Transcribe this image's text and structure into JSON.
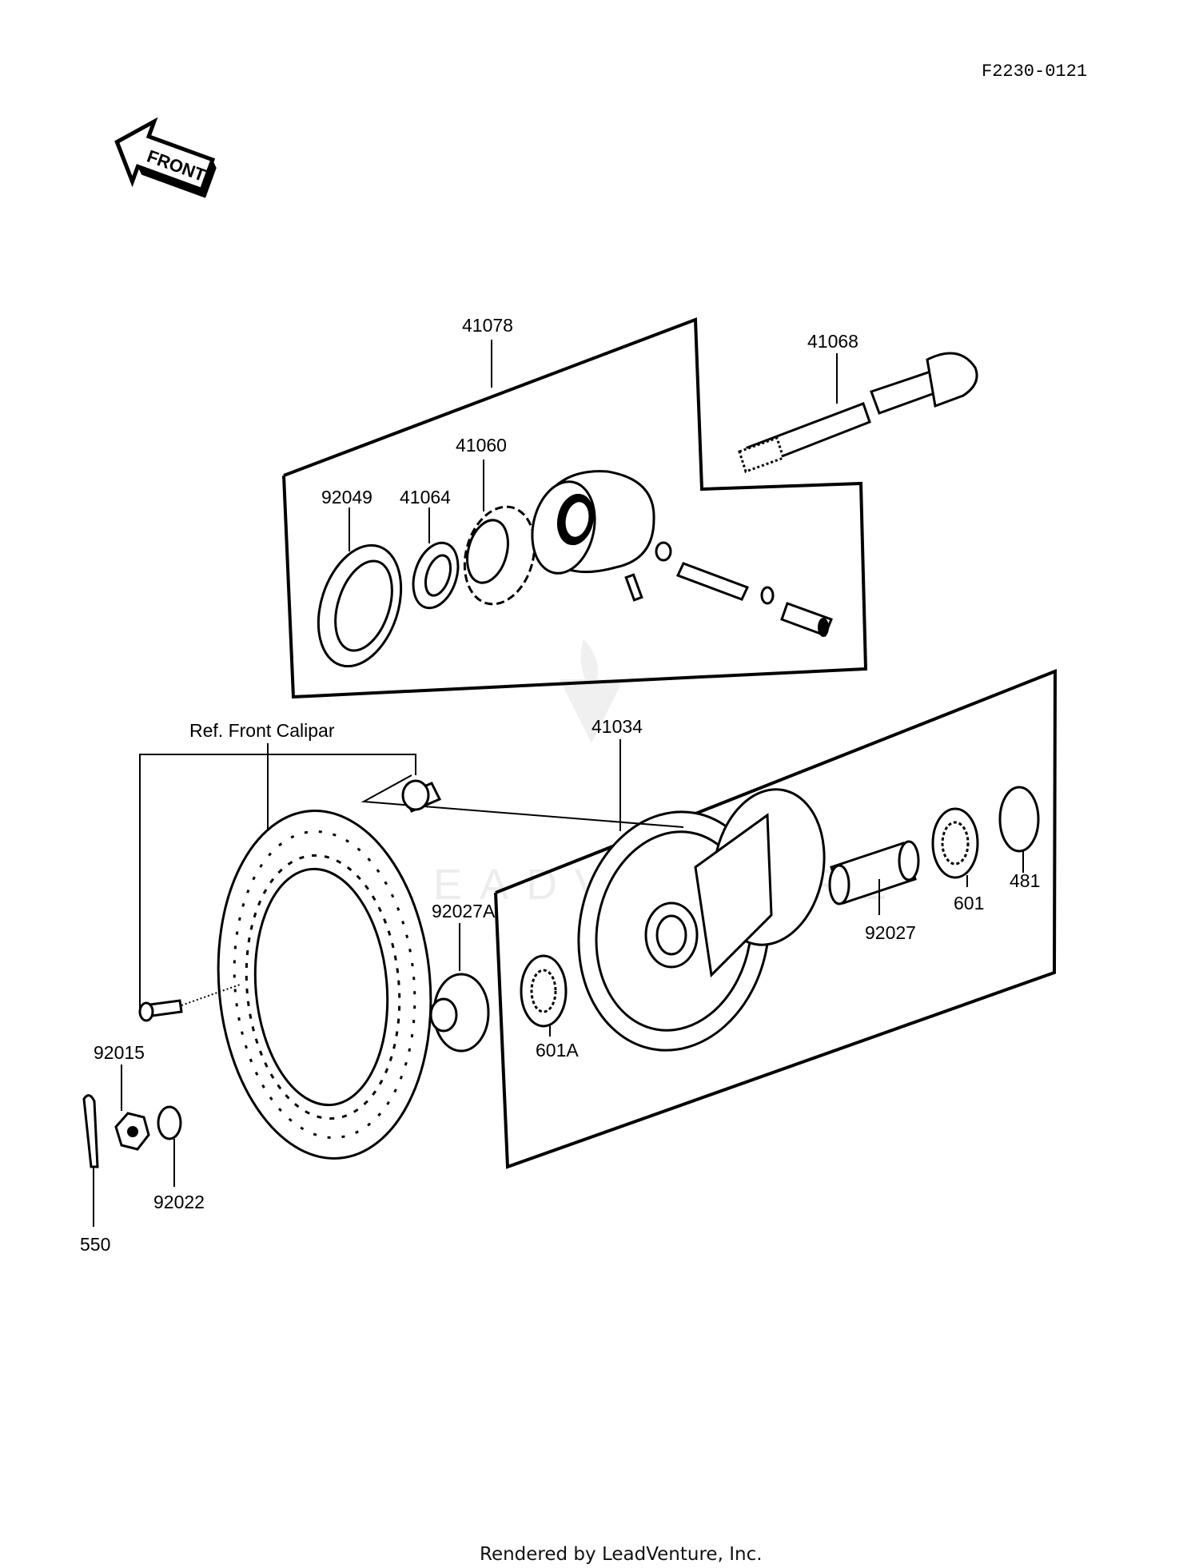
{
  "figure_code": "F2230-0121",
  "front_arrow_text": "FRONT",
  "watermark": "LEADVENTURE",
  "footer": "Rendered by LeadVenture, Inc.",
  "reference_label": "Ref. Front Calipar",
  "parts": {
    "p41078": "41078",
    "p41068": "41068",
    "p41060": "41060",
    "p92049": "92049",
    "p41064": "41064",
    "p41034": "41034",
    "p92027A": "92027A",
    "p601A": "601A",
    "p92027": "92027",
    "p601": "601",
    "p481": "481",
    "p92015": "92015",
    "p92022": "92022",
    "p550": "550"
  }
}
